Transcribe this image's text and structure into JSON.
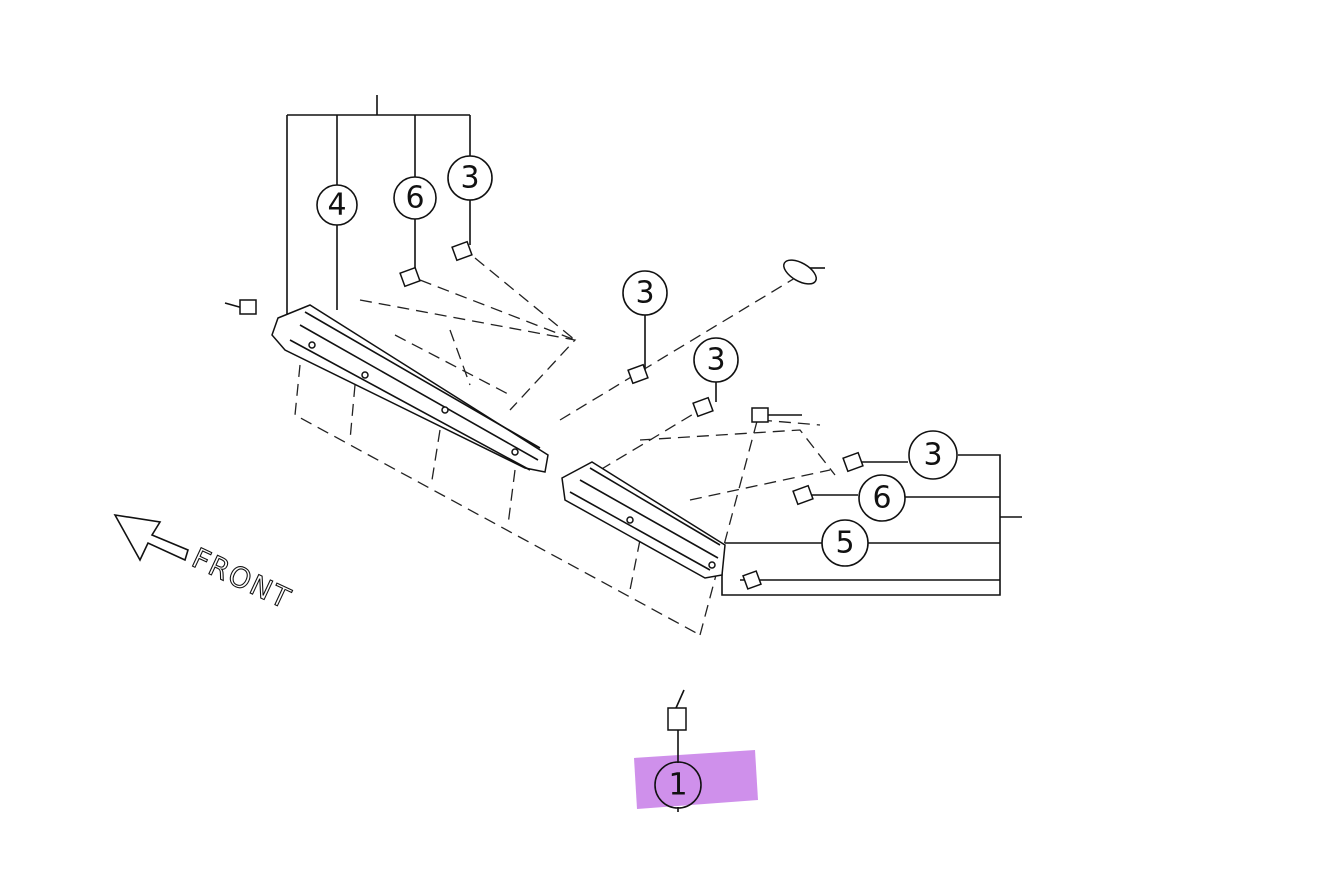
{
  "diagram": {
    "callouts": [
      {
        "id": "c4",
        "label": "4"
      },
      {
        "id": "c6a",
        "label": "6"
      },
      {
        "id": "c3a",
        "label": "3"
      },
      {
        "id": "c3b",
        "label": "3"
      },
      {
        "id": "c3c",
        "label": "3"
      },
      {
        "id": "c3d",
        "label": "3"
      },
      {
        "id": "c6b",
        "label": "6"
      },
      {
        "id": "c5",
        "label": "5"
      },
      {
        "id": "c1",
        "label": "1",
        "highlighted": true
      }
    ],
    "front_label": "FRONT",
    "highlight_color": "#c77de8"
  }
}
